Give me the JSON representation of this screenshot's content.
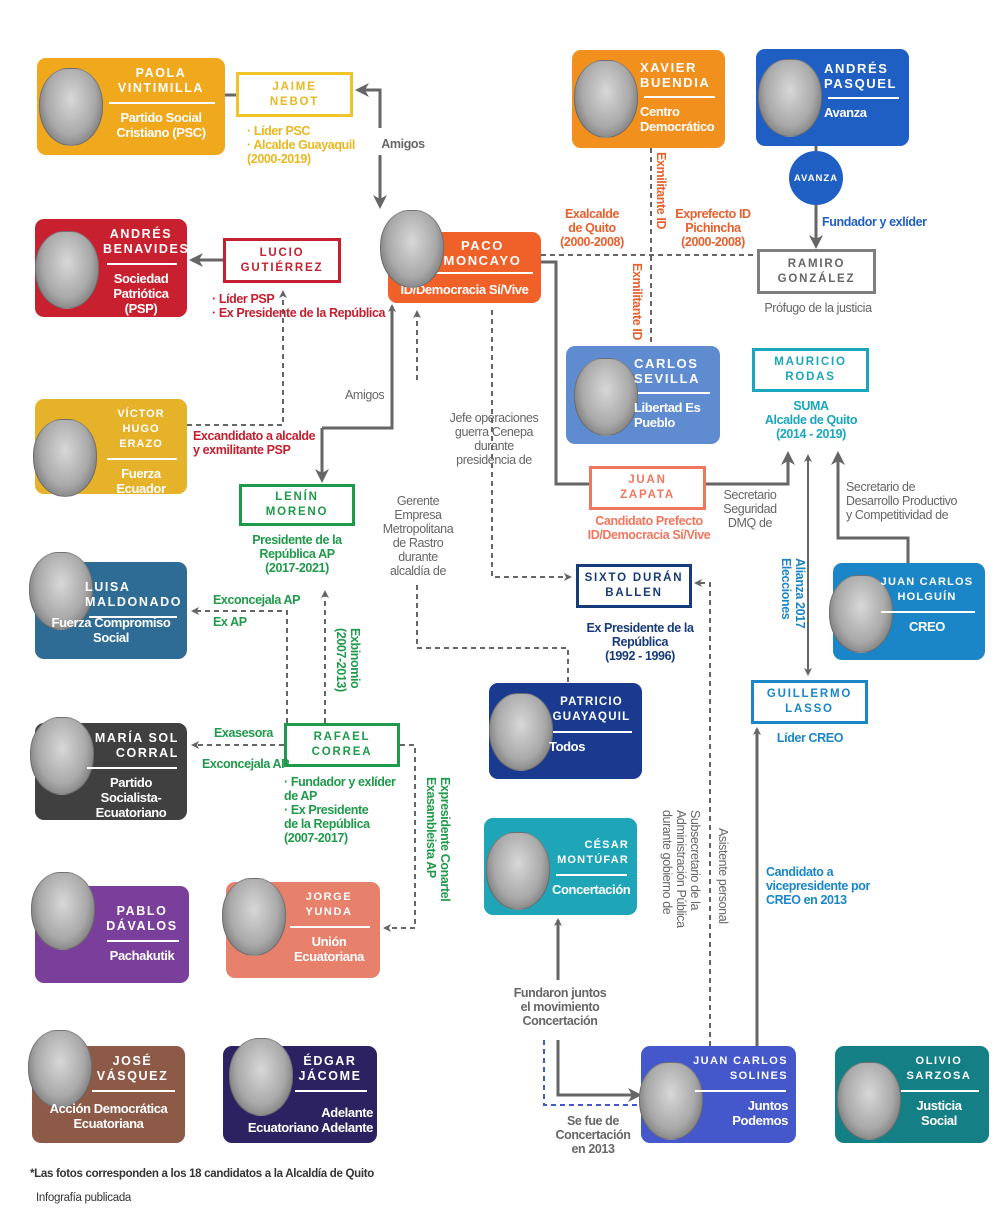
{
  "candidates": [
    {
      "name": "PAOLA\nVINTIMILLA",
      "party": "Partido Social\nCristiano (PSC)",
      "color": "#f0a81c"
    },
    {
      "name": "ANDRÉS\nBENAVIDES",
      "party": "Sociedad\nPatriótica (PSP)",
      "color": "#c8202f"
    },
    {
      "name": "VÍCTOR HUGO\nERAZO",
      "party": "Fuerza Ecuador",
      "color": "#e5b22a"
    },
    {
      "name": "LUISA\nMALDONADO",
      "party": "Fuerza Compromiso Social",
      "color": "#2e6c96"
    },
    {
      "name": "MARÍA SOL\nCORRAL",
      "party": "Partido Socialista-\nEcuatoriano Unido",
      "color": "#404040"
    },
    {
      "name": "PABLO\nDÁVALOS",
      "party": "Pachakutik",
      "color": "#7a3f9a"
    },
    {
      "name": "JOSÉ\nVÁSQUEZ",
      "party": "Acción Democrática\nEcuatoriana",
      "color": "#8d5a48"
    },
    {
      "name": "ÉDGAR\nJÁCOME",
      "party": "Adelante\nEcuatoriano Adelante",
      "color": "#2c2262"
    },
    {
      "name": "JORGE\nYUNDA",
      "party": "Unión\nEcuatoriana",
      "color": "#e7816c"
    },
    {
      "name": "PATRICIO\nGUAYAQUIL",
      "party": "Todos",
      "color": "#1a3a8f"
    },
    {
      "name": "CÉSAR\nMONTÚFAR",
      "party": "Concertación",
      "color": "#1fa5b8"
    },
    {
      "name": "JUAN CARLOS\nSOLINES",
      "party": "Juntos Podemos",
      "color": "#4458cc"
    },
    {
      "name": "OLIVIO\nSARZOSA",
      "party": "Justicia Social",
      "color": "#157f86"
    },
    {
      "name": "JUAN CARLOS\nHOLGUÍN",
      "party": "CREO",
      "color": "#1a86c8"
    },
    {
      "name": "CARLOS\nSEVILLA",
      "party": "Libertad Es\nPueblo",
      "color": "#5f8bd0"
    },
    {
      "name": "XAVIER\nBUENDIA",
      "party": "Centro\nDemocrático",
      "color": "#f2901e"
    },
    {
      "name": "ANDRÉS\nPASQUEL",
      "party": "Avanza",
      "color": "#1f5fc4"
    },
    {
      "name": "PACO\nMONCAYO",
      "party": "ID/Democracia Sí/Vive",
      "color": "#f0612a"
    }
  ],
  "people": {
    "nebot": "JAIME\nNEBOT",
    "lucio": "LUCIO\nGUTIÉRREZ",
    "lenin": "LENÍN\nMORENO",
    "correa": "RAFAEL\nCORREA",
    "sixto": "SIXTO DURÁN\nBALLEN",
    "zapata": "JUAN\nZAPATA",
    "rodas": "MAURICIO\nRODAS",
    "lasso": "GUILLERMO\nLASSO",
    "ramiro": "RAMIRO\nGONZÁLEZ",
    "avanza": "AVANZA"
  },
  "labels": {
    "nebot_notes": "· Líder PSC\n· Alcalde Guayaquil\n  (2000-2019)",
    "amigos_top": "Amigos",
    "lucio_notes": "· Líder PSP\n· Ex Presidente de la República",
    "exalcalde": "Exalcalde\nde Quito\n(2000-2008)",
    "exprefecto": "Exprefecto ID\nPichincha\n(2000-2008)",
    "exmilitante_1": "Exmilitante ID",
    "exmilitante_2": "Exmilitante ID",
    "fundador_avanza": "Fundador y  exlíder",
    "profugo": "Prófugo de la justicia",
    "amigos_mid": "Amigos",
    "jefe_operaciones": "Jefe operaciones\nguerra Cenepa\ndurante\npresidencia de",
    "excandidato": "Excandidato a alcalde\ny exmilitante PSP",
    "gerente": "Gerente\nEmpresa\nMetropolitana\nde Rastro\ndurante\nalcaldía de",
    "lenin_notes": "Presidente de la\nRepública AP\n(2017-2021)",
    "zapata_notes": "Candidato Prefecto\nID/Democracia Sí/Vive",
    "secretario_seguridad": "Secretario\nSeguridad\nDMQ de",
    "rodas_notes": "SUMA\nAlcalde de Quito\n(2014 - 2019)",
    "secretario_desarrollo": "Secretario de\nDesarrollo Productivo\ny Competitividad de",
    "alianza": "Alianza 2017\nElecciones",
    "sixto_notes": "Ex Presidente de la\nRepública\n(1992 - 1996)",
    "exconcejala_1": "Exconcejala AP",
    "ex_ap": "Ex AP",
    "exbinomio": "Exbinomio\n(2007-2013)",
    "exasesora": "Exasesora",
    "exconcejala_2": "Exconcejala AP",
    "correa_notes": "· Fundador y exlíder\n  de AP\n· Ex Presidente\n  de la República\n  (2007-2017)",
    "conartel": "Expresidente Conartel\nExasambleista AP",
    "lasso_notes": "Líder CREO",
    "subsecretario": "Subsecretario de la\nAdministración Pública\ndurante gobierno de",
    "asistente": "Asistente personal",
    "candidato_vice": "Candidato a\nvicepresidente por\nCREO en 2013",
    "fundaron": "Fundaron juntos\nel movimiento\nConcertación",
    "se_fue": "Se fue de\nConcertación\nen 2013"
  },
  "footer": {
    "note": "*Las fotos corresponden a los 18 candidatos a la Alcaldía de Quito",
    "credit": "Infografía publicada"
  }
}
